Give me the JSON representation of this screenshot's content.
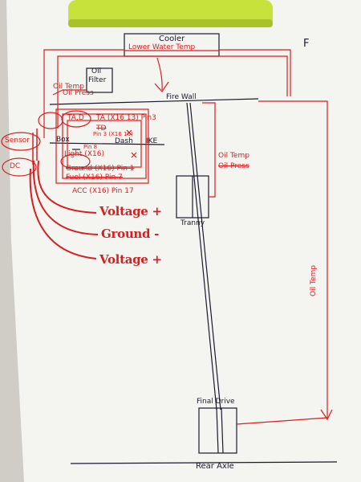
{
  "labels": {
    "cooler": "Cooler",
    "lower_water_temp": "Lower Water Temp",
    "f_mark": "F",
    "oil": "Oil",
    "filter": "Filter",
    "oil_temp_left": "Oil Temp",
    "oil_press_left": "Oil Press",
    "fire_wall": "Fire Wall",
    "ta_circle": "TA,D",
    "ta_pin": "TA (X16 13) Pin3",
    "td_line": "TD",
    "td_detail": "Pin 3 (X16 16)",
    "sensor": "Sensor",
    "box": "Box",
    "dash": "Dash",
    "ike": "IKE",
    "pin8": "Pin 8",
    "light": "Light (X16)",
    "dc": "DC",
    "ground_pin": "Ground (X16) Pin 1",
    "fuel_pin": "Fuel (X16) Pin 7",
    "acc_pin": "ACC (X16) Pin 17",
    "oil_temp_right": "Oil Temp",
    "oil_press_right": "Oil Press",
    "tranny": "Tranny",
    "voltage_1": "Voltage +",
    "ground_minus": "Ground -",
    "voltage_2": "Voltage +",
    "oil_temp_far": "Oil Temp",
    "final_drive": "Final Drive",
    "rear_axle": "Rear Axle"
  },
  "colors": {
    "ink_blue": "#1a1a2e",
    "ink_red": "#d81f1f",
    "paper": "#f4f4f1",
    "highlighter": "#c7e23a"
  }
}
